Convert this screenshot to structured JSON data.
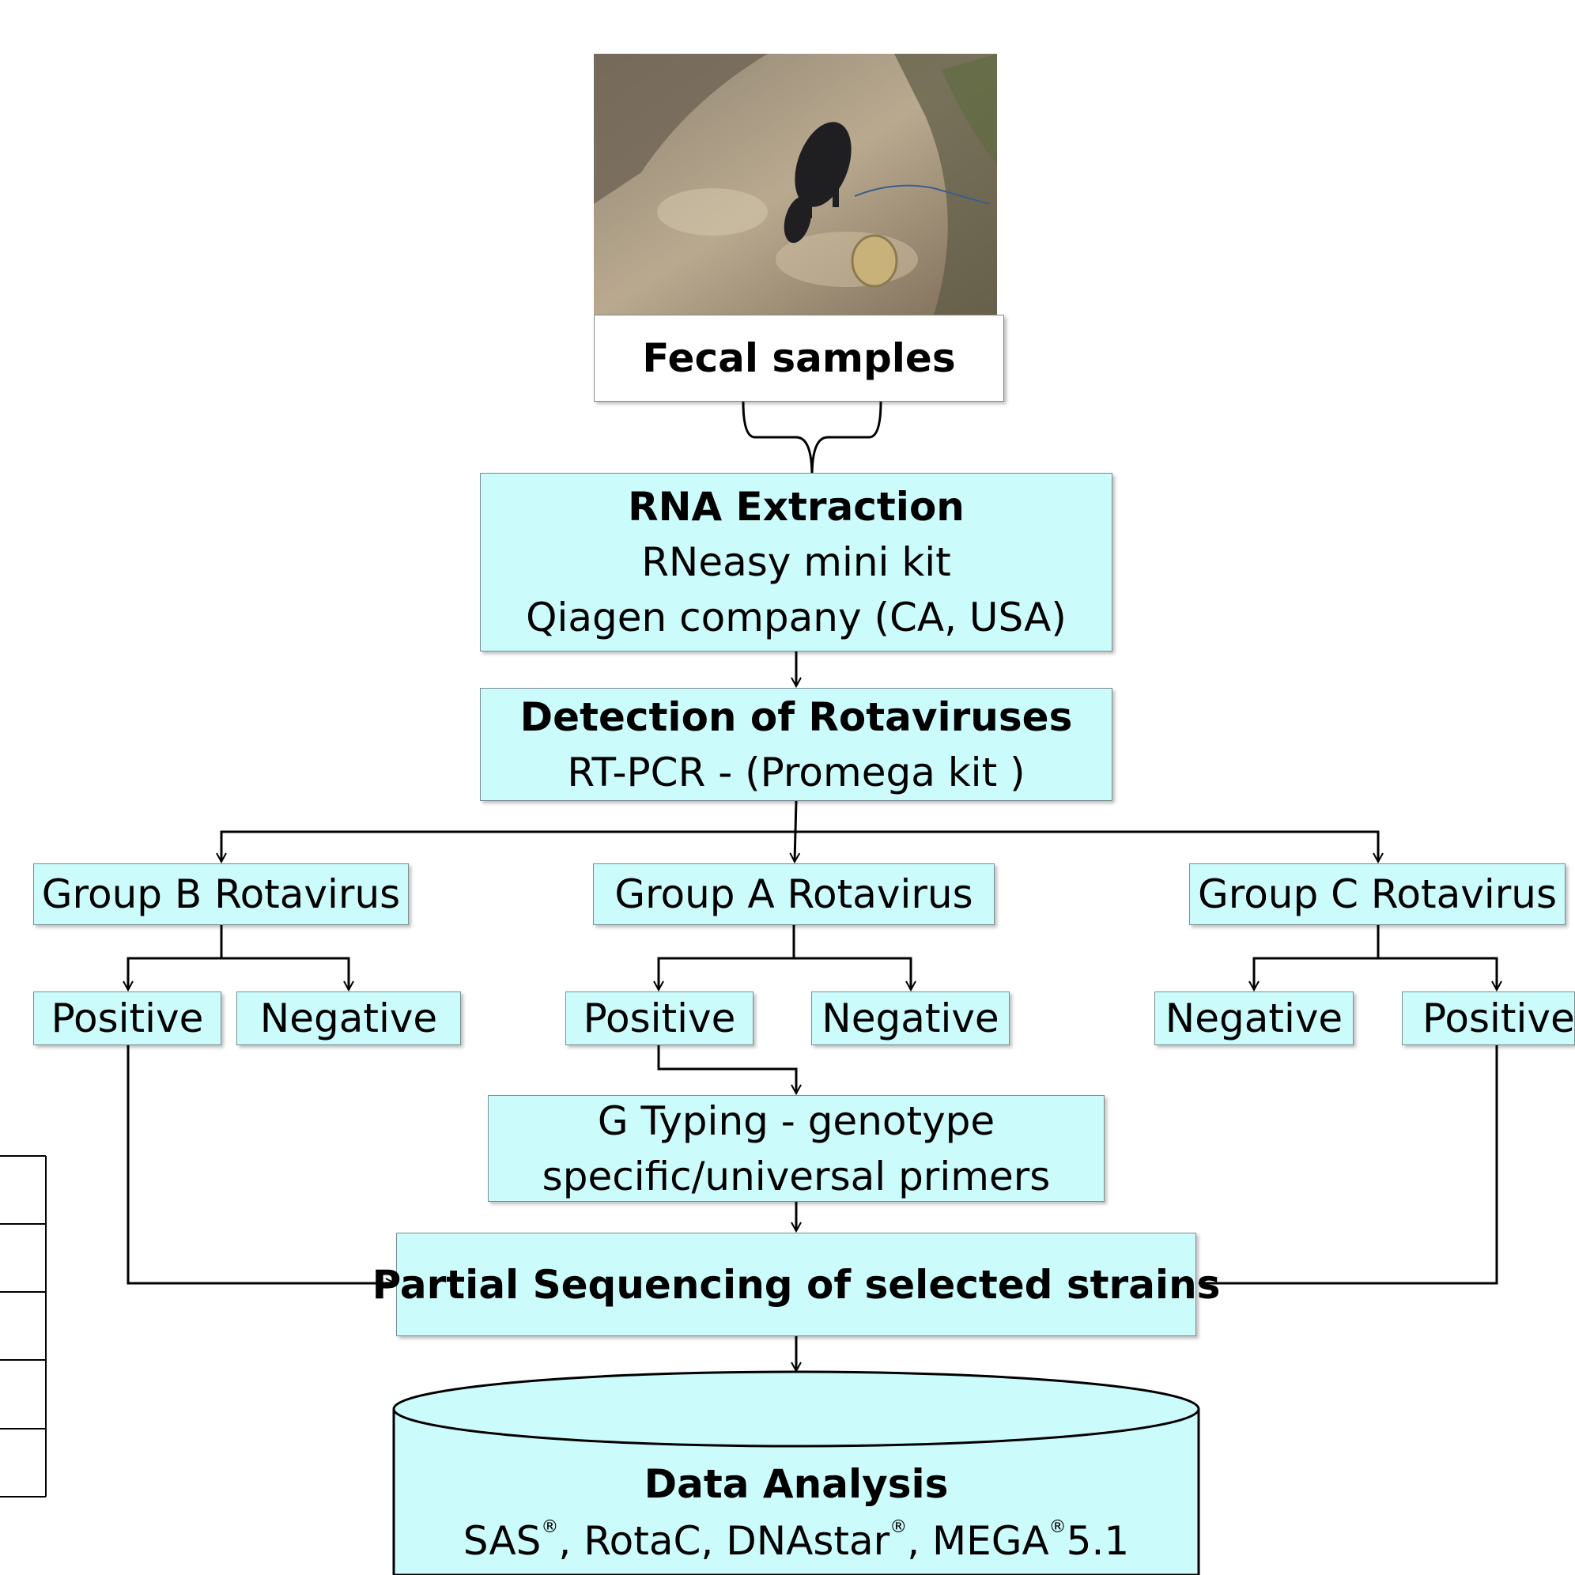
{
  "sample": {
    "label": "Fecal samples"
  },
  "extraction": {
    "title": "RNA Extraction",
    "line1": "RNeasy mini kit",
    "line2": "Qiagen company (CA, USA)"
  },
  "detection": {
    "title": "Detection of Rotaviruses",
    "line1": "RT-PCR  - (Promega kit )"
  },
  "groups": {
    "b": {
      "label": "Group B Rotavirus",
      "left": "Positive",
      "right": "Negative"
    },
    "a": {
      "label": "Group  A Rotavirus",
      "left": "Positive",
      "right": "Negative"
    },
    "c": {
      "label": "Group C Rotavirus",
      "left": "Negative",
      "right": "Positive"
    }
  },
  "typing": {
    "line1": "G Typing - genotype",
    "line2": "specific/universal primers"
  },
  "sequencing": {
    "label": "Partial Sequencing of selected strains"
  },
  "analysis": {
    "title": "Data Analysis",
    "tools": [
      {
        "name": "SAS",
        "mark": "®",
        "sep": ", "
      },
      {
        "name": "RotaC, DNAstar",
        "mark": "®",
        "sep": ", "
      },
      {
        "name": "MEGA",
        "mark": "®",
        "sep": "5.1"
      }
    ]
  },
  "colors": {
    "box_fill": "#ccfbfb",
    "box_border": "#7a8f91",
    "line": "#000000"
  },
  "photo": {
    "subject": "black pig on dirt ground"
  }
}
